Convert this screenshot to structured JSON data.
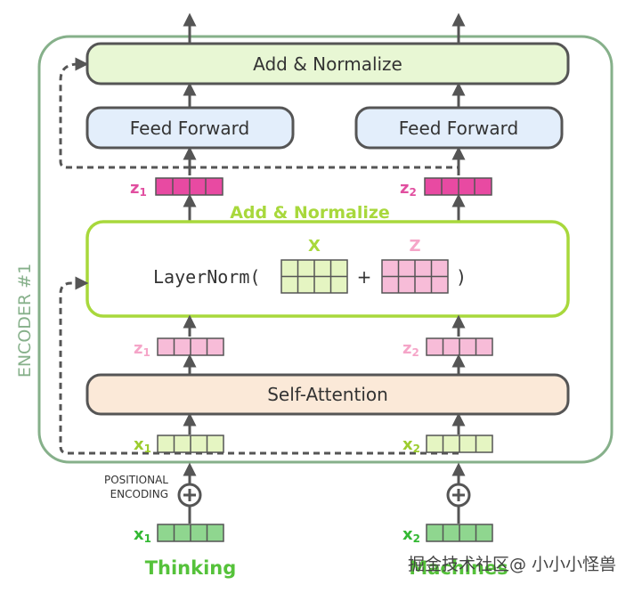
{
  "encoder": {
    "title": "ENCODER #1",
    "border_color": "#86b08a"
  },
  "top_block": {
    "label": "Add & Normalize",
    "fill": "#e8f7d4"
  },
  "feed_forward": {
    "left_label": "Feed Forward",
    "right_label": "Feed Forward",
    "fill": "#e3eefb"
  },
  "mid_block": {
    "title": "Add & Normalize",
    "formula_prefix": "LayerNorm(",
    "plus": "+",
    "formula_suffix": ")",
    "x_label": "X",
    "z_label": "Z",
    "color": "#a8d83c"
  },
  "self_attention": {
    "label": "Self-Attention",
    "fill": "#fbe9d8"
  },
  "vectors": {
    "z1_top": {
      "name": "z",
      "sub": "1",
      "color": "#e14fa0",
      "fill": "#e84aa2"
    },
    "z2_top": {
      "name": "z",
      "sub": "2",
      "color": "#e14fa0",
      "fill": "#e84aa2"
    },
    "z1_bottom": {
      "name": "z",
      "sub": "1",
      "color": "#f5a5c8",
      "fill": "#f7bcd8"
    },
    "z2_bottom": {
      "name": "z",
      "sub": "2",
      "color": "#f5a5c8",
      "fill": "#f7bcd8"
    },
    "x1_in": {
      "name": "x",
      "sub": "1",
      "color": "#9ccc2e",
      "fill": "#e5f5c2"
    },
    "x2_in": {
      "name": "x",
      "sub": "2",
      "color": "#9ccc2e",
      "fill": "#e5f5c2"
    },
    "x1_embed": {
      "name": "x",
      "sub": "1",
      "color": "#33b833",
      "fill": "#8fd68f"
    },
    "x2_embed": {
      "name": "x",
      "sub": "2",
      "color": "#33b833",
      "fill": "#8fd68f"
    }
  },
  "positional_encoding": {
    "line1": "POSITIONAL",
    "line2": "ENCODING"
  },
  "inputs": {
    "word1": "Thinking",
    "word2": "Machines"
  },
  "watermark": "掘金技术社区@ 小小小怪兽",
  "colors": {
    "arrow": "#555555",
    "dashed": "#555555"
  }
}
